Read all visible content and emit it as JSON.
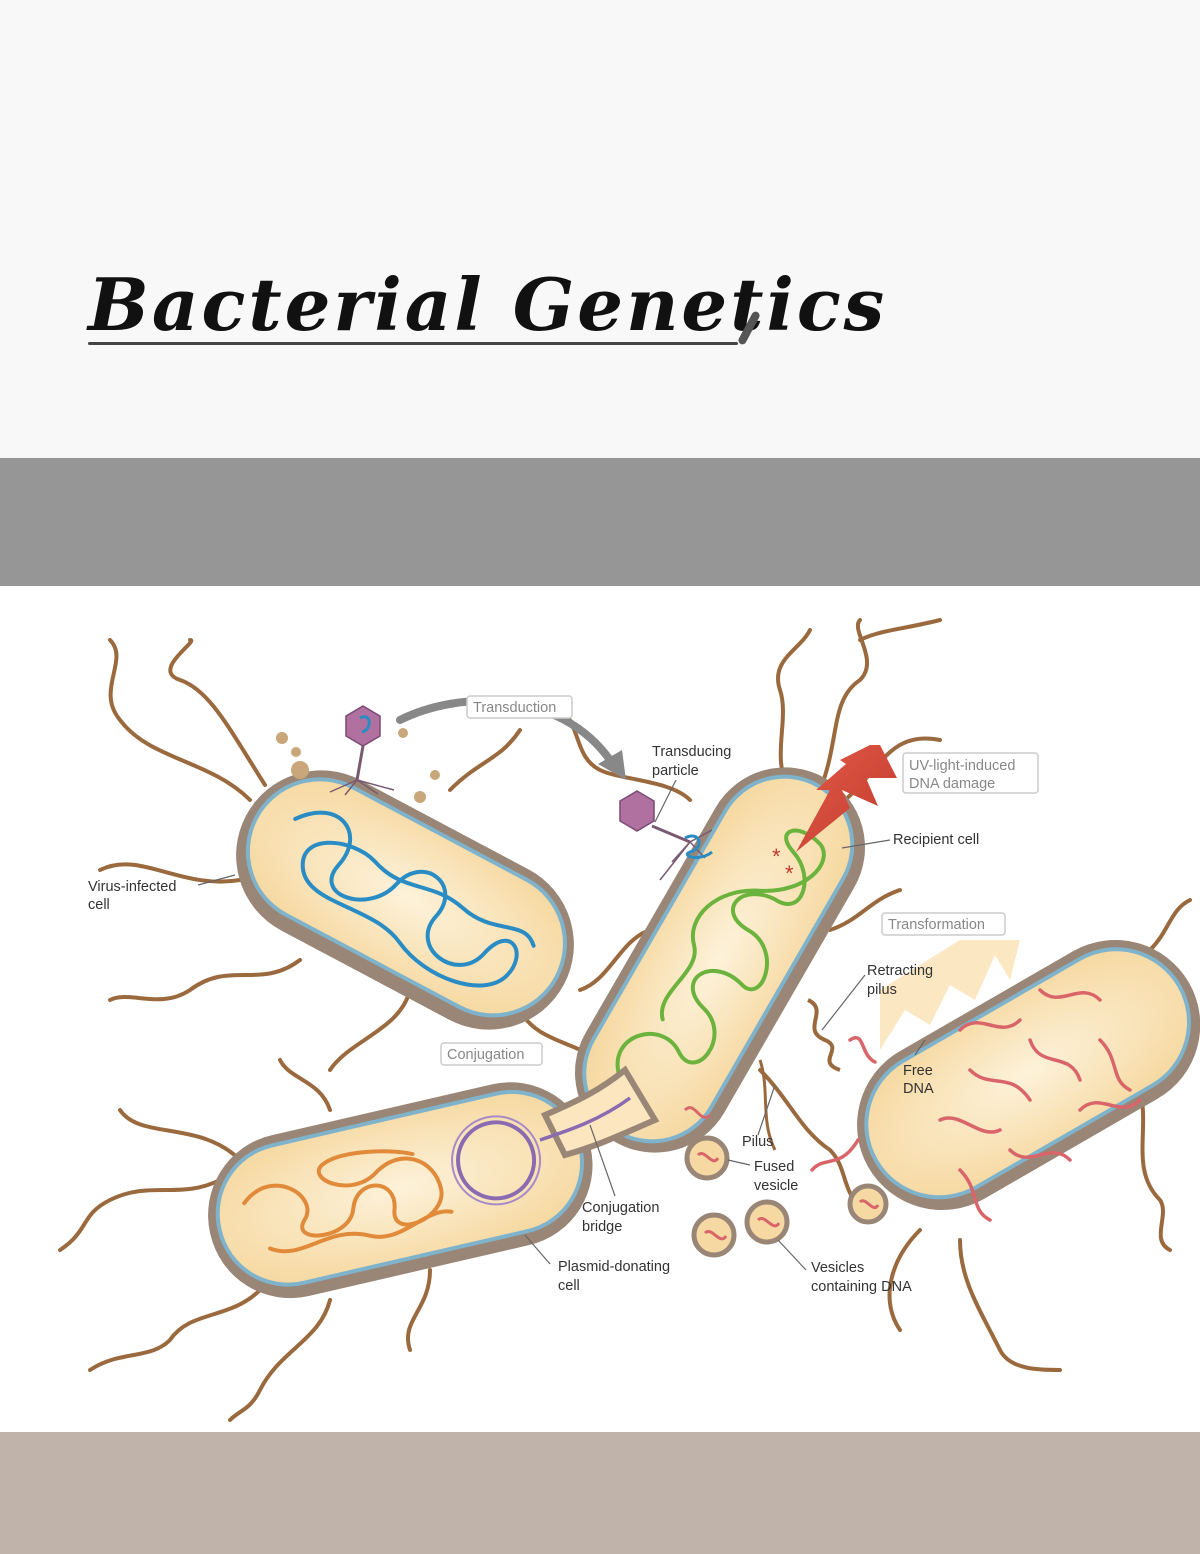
{
  "page": {
    "title": "Bacterial Genetics",
    "colors": {
      "background": "#f8f8f8",
      "band": "#969696",
      "footer": "#c0b4aa"
    }
  },
  "diagram": {
    "processes": {
      "transduction": "Transduction",
      "conjugation": "Conjugation",
      "transformation": "Transformation",
      "uv_damage_line1": "UV-light-induced",
      "uv_damage_line2": "DNA damage"
    },
    "labels": {
      "virus_infected_1": "Virus-infected",
      "virus_infected_2": "cell",
      "transducing_1": "Transducing",
      "transducing_2": "particle",
      "recipient": "Recipient cell",
      "retracting_1": "Retracting",
      "retracting_2": "pilus",
      "free_dna_1": "Free",
      "free_dna_2": "DNA",
      "pilus": "Pilus",
      "fused_1": "Fused",
      "fused_2": "vesicle",
      "bridge_1": "Conjugation",
      "bridge_2": "bridge",
      "plasmid_1": "Plasmid-donating",
      "plasmid_2": "cell",
      "vesicles_1": "Vesicles",
      "vesicles_2": "containing DNA"
    },
    "colors": {
      "membrane": "#9a8676",
      "cytoplasm": "#fbe6bf",
      "inner_membrane": "#7fb3cc",
      "flagella": "#9a6a3e",
      "dna_virus_cell": "#2a8cc4",
      "dna_recipient": "#6cb33e",
      "dna_plasmid_cell": "#e08a3a",
      "plasmid": "#8a6ab0",
      "dna_free": "#d9656a",
      "phage": "#b070a0",
      "lightning": "#d9463a"
    }
  }
}
